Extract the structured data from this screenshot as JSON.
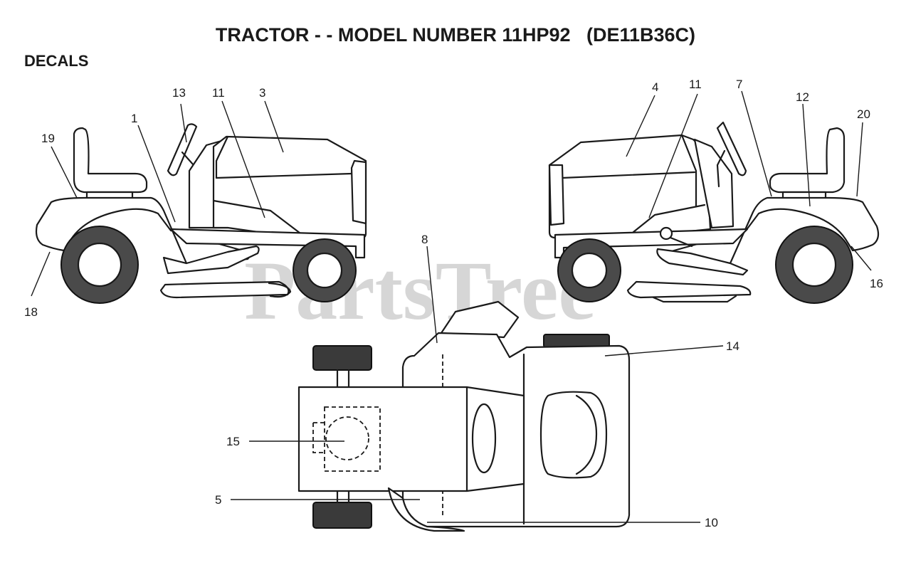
{
  "title": "TRACTOR - - MODEL NUMBER 11HP92   (DE11B36C)",
  "section_label": "DECALS",
  "watermark": "PartsTree",
  "callouts": {
    "c1": "1",
    "c3": "3",
    "c4": "4",
    "c5": "5",
    "c7": "7",
    "c8": "8",
    "c10": "10",
    "c11_left": "11",
    "c11_right": "11",
    "c12": "12",
    "c13": "13",
    "c14": "14",
    "c15": "15",
    "c16": "16",
    "c18": "18",
    "c19": "19",
    "c20": "20"
  }
}
